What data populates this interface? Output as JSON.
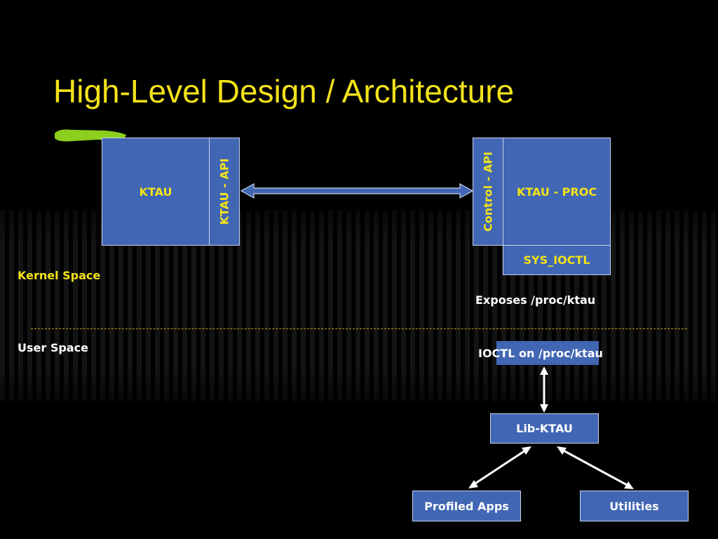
{
  "slide": {
    "title": "High-Level Design / Architecture"
  },
  "kernel": {
    "ktau": "KTAU",
    "ktau_api": "KTAU - API",
    "control_api": "Control - API",
    "ktau_proc": "KTAU - PROC",
    "sys_ioctl": "SYS_IOCTL",
    "exposes": "Exposes /proc/ktau"
  },
  "spaces": {
    "kernel_space": "Kernel Space",
    "user_space": "User Space"
  },
  "user": {
    "ioctl": "IOCTL on /proc/ktau",
    "libktau": "Lib-KTAU",
    "profiled_apps": "Profiled Apps",
    "utilities": "Utilities"
  },
  "colors": {
    "background": "#000000",
    "title": "#f2e21a",
    "box_fill": "#4166b3",
    "box_border": "#c9d4ea",
    "accent_brush": "#8ccf1e"
  }
}
